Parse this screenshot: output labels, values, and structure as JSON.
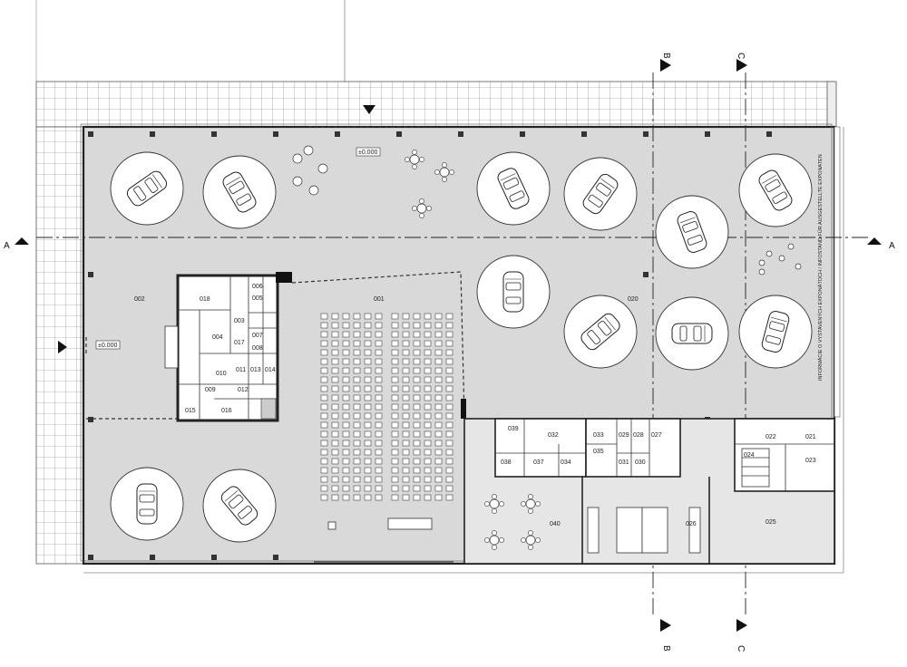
{
  "plan": {
    "level_marks": [
      "±0.000",
      "±0.000"
    ],
    "exhibit_note": "INFORMÁCIE O VYSTAVENÝCH EXPONÁTOCH / INFOSTAND FÜR AUSGESTELLTE EXPONATEN",
    "section_markers": {
      "a_left": "A",
      "a_right": "A",
      "b_top": "B",
      "b_bottom": "B",
      "c_top": "C",
      "c_bottom": "C"
    },
    "rooms": {
      "r001": "001",
      "r002": "002",
      "r003": "003",
      "r004": "004",
      "r005": "005",
      "r006": "006",
      "r007": "007",
      "r008": "008",
      "r009": "009",
      "r010": "010",
      "r011": "011",
      "r012": "012",
      "r013": "013",
      "r014": "014",
      "r015": "015",
      "r016": "016",
      "r017": "017",
      "r018": "018",
      "r020": "020",
      "r021": "021",
      "r022": "022",
      "r023": "023",
      "r024": "024",
      "r025": "025",
      "r026": "026",
      "r027": "027",
      "r028": "028",
      "r029": "029",
      "r030": "030",
      "r031": "031",
      "r032": "032",
      "r033": "033",
      "r034": "034",
      "r035": "035",
      "r037": "037",
      "r038": "038",
      "r039": "039",
      "r040": "040"
    }
  }
}
